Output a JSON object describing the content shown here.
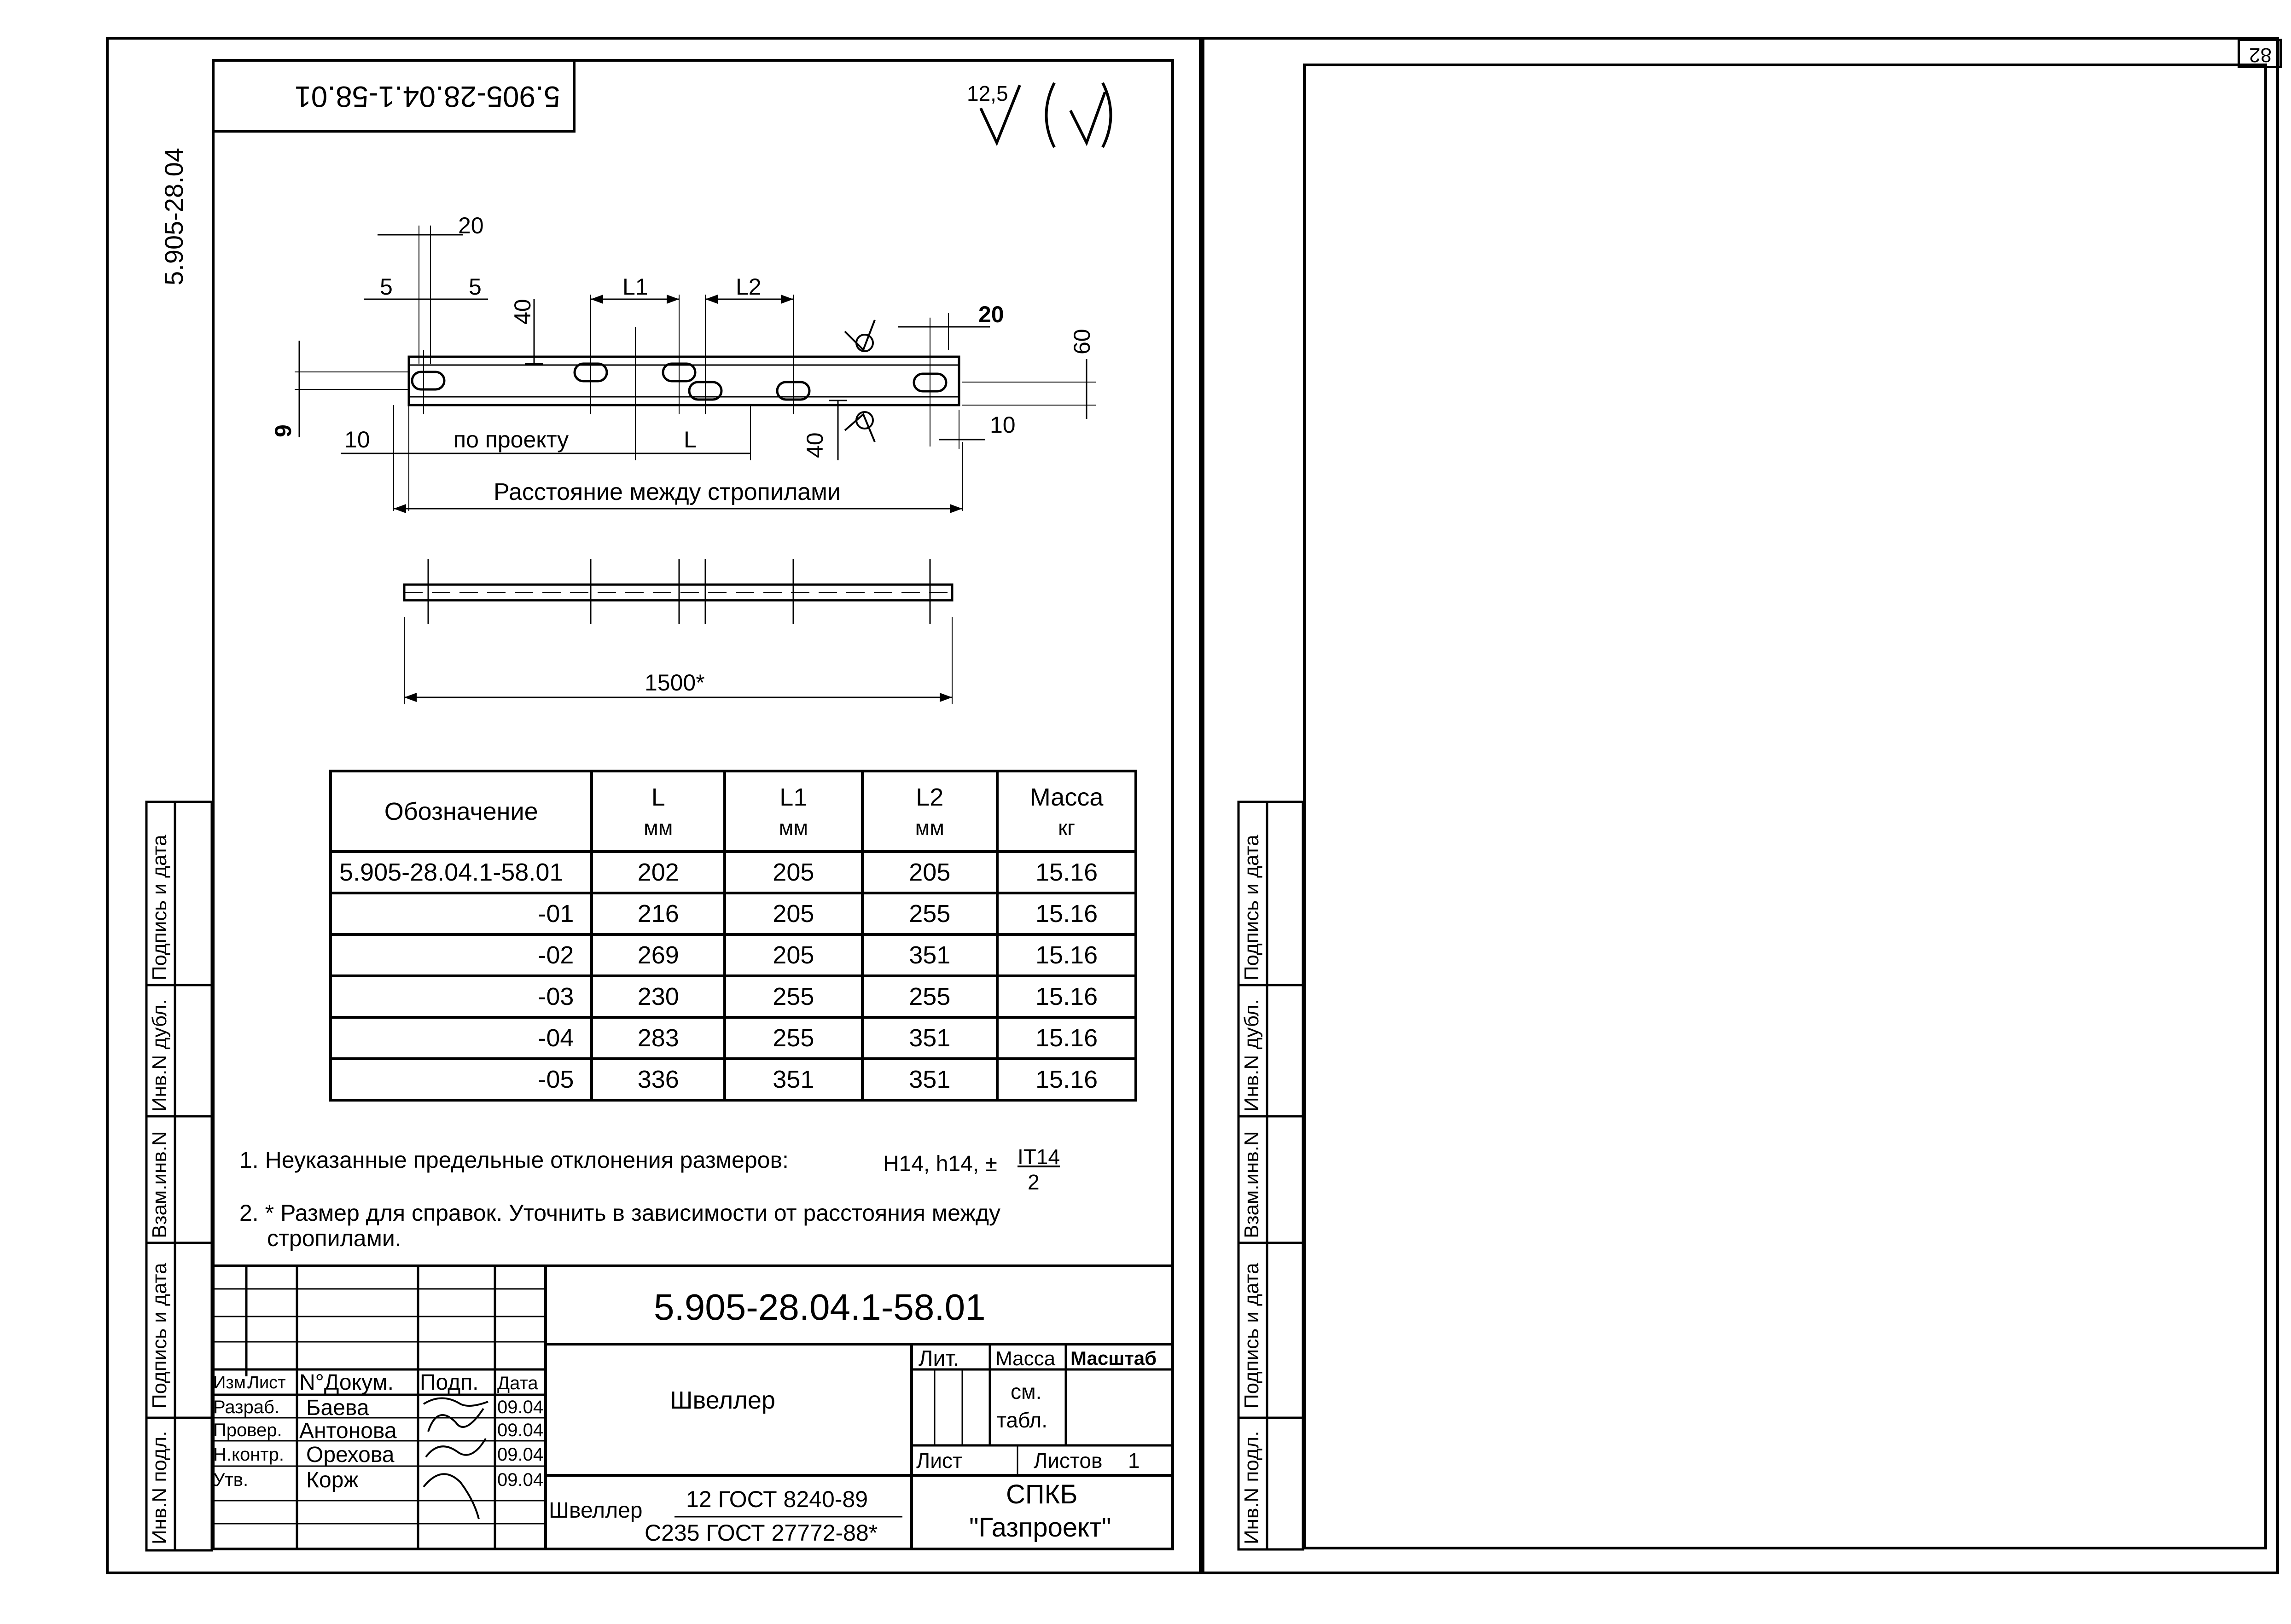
{
  "sheet_number": "82",
  "doc_code": "5.905-28.04",
  "doc_code_flipped": "5.905-28.04.1-58.01",
  "surface_roughness": "12,5",
  "drawing": {
    "dim_20_top": "20",
    "dim_5_left": "5",
    "dim_5_right": "5",
    "dim_L1": "L1",
    "dim_L2": "L2",
    "dim_40_top": "40",
    "dim_20_right": "20",
    "dim_60": "60",
    "dim_9": "9",
    "dim_10_left": "10",
    "dim_po_proektu": "по проекту",
    "dim_L": "L",
    "dim_40_bottom": "40",
    "dim_10_right": "10",
    "rafter_distance": "Расстояние между стропилами",
    "length_1500": "1500*"
  },
  "table": {
    "headers": [
      {
        "line1": "Обозначение",
        "line2": ""
      },
      {
        "line1": "L",
        "line2": "мм"
      },
      {
        "line1": "L1",
        "line2": "мм"
      },
      {
        "line1": "L2",
        "line2": "мм"
      },
      {
        "line1": "Масса",
        "line2": "кг"
      }
    ],
    "rows": [
      [
        "5.905-28.04.1-58.01",
        "202",
        "205",
        "205",
        "15.16"
      ],
      [
        "-01",
        "216",
        "205",
        "255",
        "15.16"
      ],
      [
        "-02",
        "269",
        "205",
        "351",
        "15.16"
      ],
      [
        "-03",
        "230",
        "255",
        "255",
        "15.16"
      ],
      [
        "-04",
        "283",
        "255",
        "351",
        "15.16"
      ],
      [
        "-05",
        "336",
        "351",
        "351",
        "15.16"
      ]
    ]
  },
  "notes": {
    "note1": "1. Неуказанные предельные отклонения размеров:",
    "note1_tol": "H14, h14, ±",
    "note1_frac_num": "IT14",
    "note1_frac_den": "2",
    "note2_line1": "2. * Размер для справок. Уточнить в зависимости от расстояния между",
    "note2_line2": "стропилами."
  },
  "title_block": {
    "designation": "5.905-28.04.1-58.01",
    "name": "Швеллер",
    "headers": {
      "izm": "Изм.",
      "list": "Лист",
      "ndokum": "N°Докум.",
      "podp": "Подп.",
      "data": "Дата"
    },
    "roles": [
      {
        "role": "Разраб.",
        "person": "Баева",
        "date": "09.04"
      },
      {
        "role": "Провер.",
        "person": "Антонова",
        "date": "09.04"
      },
      {
        "role": "Н.контр.",
        "person": "Орехова",
        "date": "09.04"
      },
      {
        "role": "Утв.",
        "person": "Корж",
        "date": "09.04"
      }
    ],
    "lit": "Лит.",
    "massa": "Масса",
    "masshtab": "Масштаб",
    "massa_value_1": "см.",
    "massa_value_2": "табл.",
    "list_label": "Лист",
    "listov_label": "Листов",
    "listov_value": "1",
    "material_label": "Швеллер",
    "material_top": "12 ГОСТ 8240-89",
    "material_bottom": "С235 ГОСТ 27772-88*",
    "org_line1": "СПКБ",
    "org_line2": "\"Газпроект\""
  },
  "side_labels": [
    "Инв.N подл.",
    "Подпись и дата",
    "Взам.инв.N",
    "Инв.N дубл.",
    "Подпись и дата"
  ]
}
